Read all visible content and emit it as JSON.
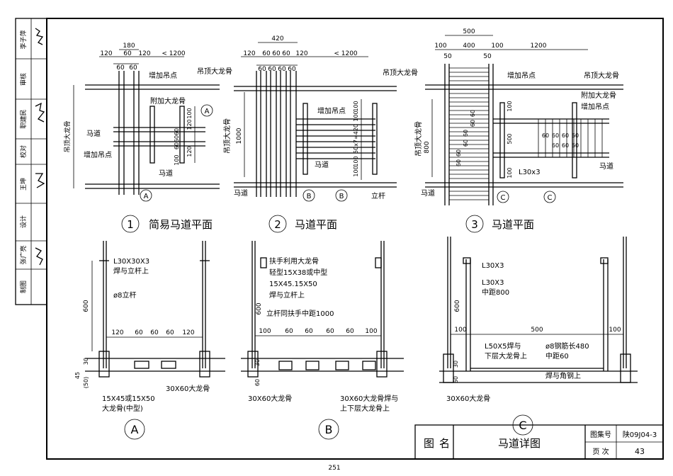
{
  "side_strip": {
    "cells": [
      "李子萍",
      "审核",
      "职建民",
      "校对",
      "王坤",
      "设计",
      "张广亮",
      "制图"
    ]
  },
  "title_block": {
    "figure_name_label": [
      "图",
      "名"
    ],
    "title": "马道详图",
    "atlas_label": "图集号",
    "atlas_no": "陕09J04-3",
    "page_label": "页 次",
    "page_no": "43"
  },
  "page_number": "251",
  "plans": [
    {
      "id": "1",
      "caption": "简易马道平面",
      "dims_top": [
        "180",
        "120",
        "60",
        "120",
        "< 1200",
        "60",
        "60"
      ],
      "labels": [
        "增加吊点",
        "吊顶大龙骨",
        "附加大龙骨",
        "马道",
        "增加吊点",
        "马道",
        "吊顶大龙骨"
      ],
      "dims_side": [
        "100",
        "120",
        "60",
        "60",
        "60",
        "120",
        "100"
      ],
      "sections": [
        "A",
        "A"
      ]
    },
    {
      "id": "2",
      "caption": "马道平面",
      "dims_top": [
        "420",
        "120",
        "60",
        "60",
        "60",
        "120",
        "< 1200",
        "60",
        "60",
        "60",
        "60"
      ],
      "labels": [
        "吊顶大龙骨",
        "增加吊点",
        "吊顶大龙骨",
        "马道",
        "马道",
        "立杆"
      ],
      "dims_side": [
        "1000",
        "100",
        "100",
        "50x7=420",
        "100",
        "100"
      ],
      "sections": [
        "B",
        "B"
      ]
    },
    {
      "id": "3",
      "caption": "马道平面",
      "dims_top": [
        "500",
        "100",
        "400",
        "100",
        "1200",
        "50",
        "50"
      ],
      "labels": [
        "增加吊点",
        "吊顶大龙骨",
        "附加大龙骨",
        "增加吊点",
        "吊顶大龙骨",
        "马道",
        "马道",
        "L30x3"
      ],
      "dims_side": [
        "800",
        "60",
        "60",
        "60",
        "60",
        "60",
        "60",
        "100",
        "500",
        "100"
      ],
      "dims_inner": [
        "60",
        "60",
        "60",
        "60",
        "60",
        "60",
        "60"
      ],
      "sections": [
        "C",
        "C"
      ]
    }
  ],
  "sections": [
    {
      "id": "A",
      "notes": [
        "L30X30X3",
        "焊与立杆上",
        "ø8立杆",
        "15X45或15X50",
        "大龙骨(中型)",
        "30X60大龙骨"
      ],
      "dims": [
        "600",
        "120",
        "60",
        "60",
        "60",
        "120",
        "30",
        "45",
        "(50)"
      ]
    },
    {
      "id": "B",
      "notes": [
        "扶手利用大龙骨",
        "轻型15X38或中型",
        "15X45.15X50",
        "焊与立杆上",
        "立杆同扶手中距1000",
        "30X60大龙骨",
        "30X60大龙骨焊与",
        "上下层大龙骨上"
      ],
      "dims": [
        "600",
        "100",
        "60",
        "60",
        "60",
        "60",
        "100",
        "30",
        "60"
      ]
    },
    {
      "id": "C",
      "notes": [
        "L30X3",
        "L30X3",
        "中距800",
        "L50X5焊与",
        "下层大龙骨上",
        "ø8钢筋长480",
        "中距60",
        "焊与角钢上",
        "30X60大龙骨"
      ],
      "dims": [
        "600",
        "100",
        "500",
        "100",
        "30",
        "60"
      ]
    }
  ]
}
